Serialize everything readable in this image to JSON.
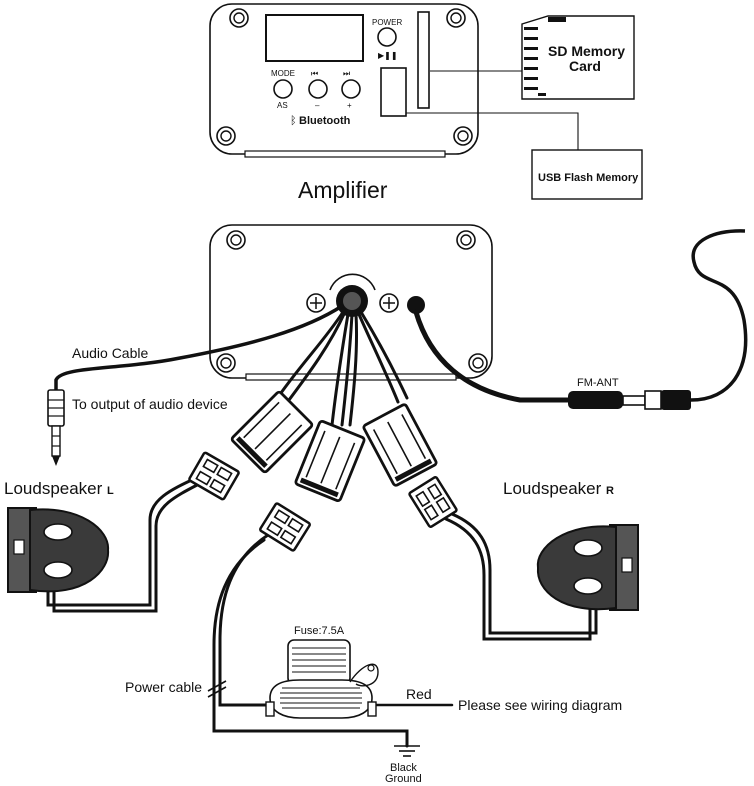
{
  "amp_front": {
    "power_label": "POWER",
    "play_pause_symbol": "▶❚❚",
    "mode_label": "MODE",
    "as_label": "AS",
    "prev_symbol": "⏮",
    "next_symbol": "⏭",
    "minus_label": "–",
    "plus_label": "+",
    "bluetooth_label": "Bluetooth"
  },
  "sd_card_label_1": "SD Memory",
  "sd_card_label_2": "Card",
  "usb_label": "USB Flash Memory",
  "amp_title": "Amplifier",
  "audio_cable_label": "Audio Cable",
  "audio_output_label": "To output of audio device",
  "speaker_left_label": "Loudspeaker",
  "speaker_left_suffix": "L",
  "speaker_right_label": "Loudspeaker",
  "speaker_right_suffix": "R",
  "fm_ant_label": "FM-ANT",
  "fuse_label": "Fuse:7.5A",
  "power_cable_label": "Power cable",
  "red_label": "Red",
  "wiring_note": "Please see wiring diagram",
  "black_label": "Black",
  "ground_label": "Ground",
  "colors": {
    "ink": "#111111",
    "background": "#ffffff",
    "speaker_fill": "#3a3a3a"
  }
}
